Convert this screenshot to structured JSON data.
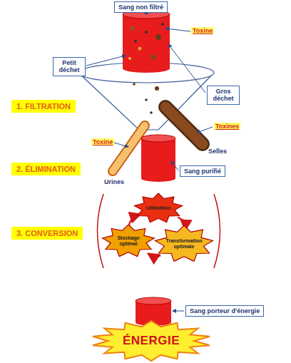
{
  "diagram": {
    "nodes": [
      {
        "text": [
          "Sang non filtré"
        ]
      },
      {
        "text": [
          "Petit déchet"
        ]
      },
      {
        "text": [
          "Gros déchet"
        ]
      },
      {
        "text": [
          "1. FILTRATION"
        ]
      },
      {
        "text": [
          "Sang purifié"
        ]
      },
      {
        "text": [
          "2. ÉLIMINATION"
        ]
      },
      {
        "text": [
          "3. CONVERSION"
        ]
      },
      {
        "text": [
          "Utilisation"
        ]
      },
      {
        "text": [
          "Stockage optimal"
        ]
      },
      {
        "text": [
          "Transformation optimale"
        ]
      },
      {
        "text": [
          "Sang porteur d'énergie"
        ]
      },
      {
        "text": [
          "ÉNERGIE"
        ]
      }
    ],
    "edges": [
      {
        "from": 7,
        "to": 9,
        "arrow": "to"
      },
      {
        "from": 9,
        "to": 8,
        "arrow": "to"
      },
      {
        "from": 8,
        "to": 7,
        "arrow": "to"
      }
    ],
    "labels": [
      "Toxine",
      "Toxine",
      "Toxines",
      "Urines",
      "Selles"
    ]
  }
}
